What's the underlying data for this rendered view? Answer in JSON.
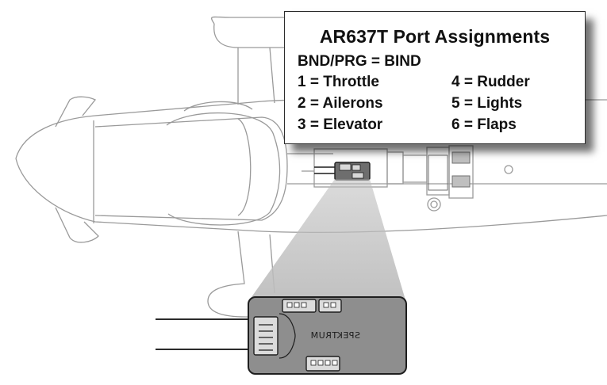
{
  "callout": {
    "title": "AR637T Port Assignments",
    "bind_line": "BND/PRG = BIND",
    "ports": [
      {
        "label": "1 = Throttle"
      },
      {
        "label": "2 = Ailerons"
      },
      {
        "label": "3 = Elevator"
      },
      {
        "label": "4 = Rudder"
      },
      {
        "label": "5 = Lights"
      },
      {
        "label": "6 = Flaps"
      }
    ]
  },
  "receiver": {
    "brand_text": "SPEKTRUM",
    "body_color": "#8e8e8e",
    "outline_color": "#1e1e1e"
  },
  "colors": {
    "line": "#9a9a9a",
    "beam": "#cfcfcf"
  }
}
